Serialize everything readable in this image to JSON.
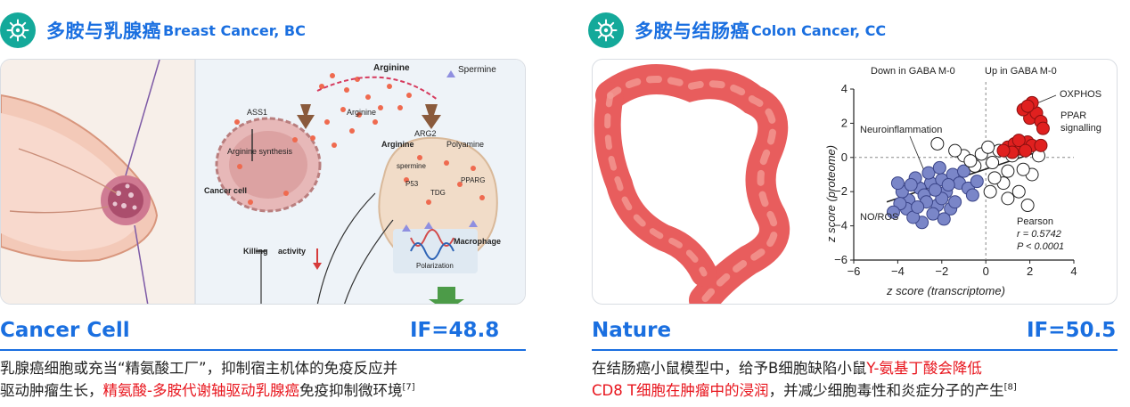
{
  "left": {
    "title": "多胺与乳腺癌",
    "subtitle": "Breast Cancer, BC",
    "journal": "Cancer Cell",
    "impact": "IF=48.8",
    "desc_line1": "乳腺癌细胞或充当“精氨酸工厂”，抑制宿主机体的免疫反应并",
    "desc_line2_a": "驱动肿瘤生长，",
    "desc_line2_hl": "精氨酸-多胺代谢轴驱动乳腺癌",
    "desc_line2_b": "免疫抑制微环境",
    "desc_ref": "[7]",
    "figure_labels": {
      "arginine_top": "Arginine",
      "spermine_legend": "Spermine",
      "ass1": "ASS1",
      "arginine_synthesis": "Arginine synthesis",
      "arginine_mid": "Arginine",
      "arg2": "ARG2",
      "arginine_left": "Arginine",
      "polyamine": "Polyamine",
      "spermine": "spermine",
      "p53": "P53",
      "pparg": "PPARG",
      "tdg": "TDG",
      "cancer_cell": "Cancer cell",
      "macrophage": "Macrophage",
      "killing": "Killing",
      "activity": "activity",
      "polarization": "Polarization"
    }
  },
  "right": {
    "title": "多胺与结肠癌",
    "subtitle": "Colon Cancer, CC",
    "journal": "Nature",
    "impact": "IF=50.5",
    "desc_line1_a": "在结肠癌小鼠模型中，给予B细胞缺陷小鼠",
    "desc_line1_hl": "Y-氨基丁酸会降低",
    "desc_line2_hl": "CD8 T细胞在肿瘤中的浸润",
    "desc_line2_b": "，并减少细胞毒性和炎症分子的产生",
    "desc_ref": "[8]"
  },
  "chart_data": {
    "type": "scatter",
    "xlabel": "z score (transcriptome)",
    "ylabel": "z score (proteome)",
    "xlim": [
      -6,
      4
    ],
    "ylim": [
      -6,
      4
    ],
    "xticks": [
      "−6",
      "−4",
      "−2",
      "0",
      "2",
      "4"
    ],
    "yticks": [
      "4",
      "2",
      "0",
      "−2",
      "−4",
      "−6"
    ],
    "header_left": "Down in GABA M-0",
    "header_right": "Up in GABA M-0",
    "annotations": [
      "Neuroinflammation",
      "NO/ROS",
      "OXPHOS",
      "PPAR",
      "signalling"
    ],
    "stats": {
      "label": "Pearson",
      "r": "r = 0.5742",
      "p": "P < 0.0001"
    },
    "series": [
      {
        "points": [
          [
            -2.5,
            -1.5
          ],
          [
            -2.0,
            -1.3
          ],
          [
            -3.0,
            -1.8
          ],
          [
            -1.5,
            -1.0
          ],
          [
            -2.8,
            -2.2
          ],
          [
            -3.5,
            -2.5
          ],
          [
            -2.2,
            -2.8
          ],
          [
            -1.8,
            -2.0
          ],
          [
            -3.2,
            -1.2
          ],
          [
            -2.6,
            -0.9
          ],
          [
            -1.2,
            -1.5
          ],
          [
            -0.8,
            -1.8
          ],
          [
            -3.8,
            -2.0
          ],
          [
            -4.0,
            -1.5
          ],
          [
            -3.6,
            -3.0
          ],
          [
            -2.4,
            -3.3
          ],
          [
            -1.6,
            -3.0
          ],
          [
            -2.9,
            -3.8
          ],
          [
            -3.3,
            -3.5
          ],
          [
            -2.0,
            -2.4
          ],
          [
            -1.4,
            -2.6
          ],
          [
            -0.6,
            -2.2
          ],
          [
            -1.0,
            -0.8
          ],
          [
            -2.1,
            -0.6
          ],
          [
            -3.9,
            -2.7
          ],
          [
            -4.2,
            -3.2
          ],
          [
            -1.9,
            -3.6
          ],
          [
            -2.7,
            -2.6
          ],
          [
            -3.1,
            -2.9
          ],
          [
            -0.4,
            -1.4
          ],
          [
            -2.3,
            -1.9
          ],
          [
            -1.7,
            -1.6
          ],
          [
            -3.4,
            -1.6
          ]
        ]
      },
      {
        "points": [
          [
            -2.2,
            0.8
          ],
          [
            -0.5,
            -0.5
          ],
          [
            0.3,
            -0.3
          ],
          [
            -0.2,
            0.2
          ],
          [
            0.6,
            0.4
          ],
          [
            1.0,
            -0.8
          ],
          [
            0.8,
            -1.5
          ],
          [
            1.5,
            -2.0
          ],
          [
            1.9,
            -2.8
          ],
          [
            0.4,
            -1.2
          ],
          [
            -1.0,
            0.1
          ],
          [
            0.1,
            0.6
          ],
          [
            1.2,
            0.1
          ],
          [
            -0.7,
            -0.2
          ],
          [
            2.4,
            0.1
          ],
          [
            2.1,
            -1.0
          ],
          [
            1.0,
            -2.4
          ],
          [
            1.7,
            -0.7
          ],
          [
            -1.4,
            0.4
          ],
          [
            0.2,
            -2.0
          ]
        ]
      },
      {
        "points": [
          [
            1.0,
            0.6
          ],
          [
            1.3,
            0.8
          ],
          [
            1.6,
            0.5
          ],
          [
            1.2,
            0.3
          ],
          [
            1.9,
            0.9
          ],
          [
            2.1,
            0.7
          ],
          [
            0.8,
            0.4
          ],
          [
            1.5,
            1.0
          ],
          [
            2.5,
            0.7
          ],
          [
            1.8,
            0.4
          ],
          [
            2.0,
            2.3
          ],
          [
            2.3,
            2.6
          ],
          [
            1.7,
            2.8
          ],
          [
            2.5,
            2.1
          ],
          [
            2.1,
            3.2
          ],
          [
            2.6,
            1.7
          ],
          [
            1.9,
            3.0
          ]
        ]
      }
    ]
  }
}
